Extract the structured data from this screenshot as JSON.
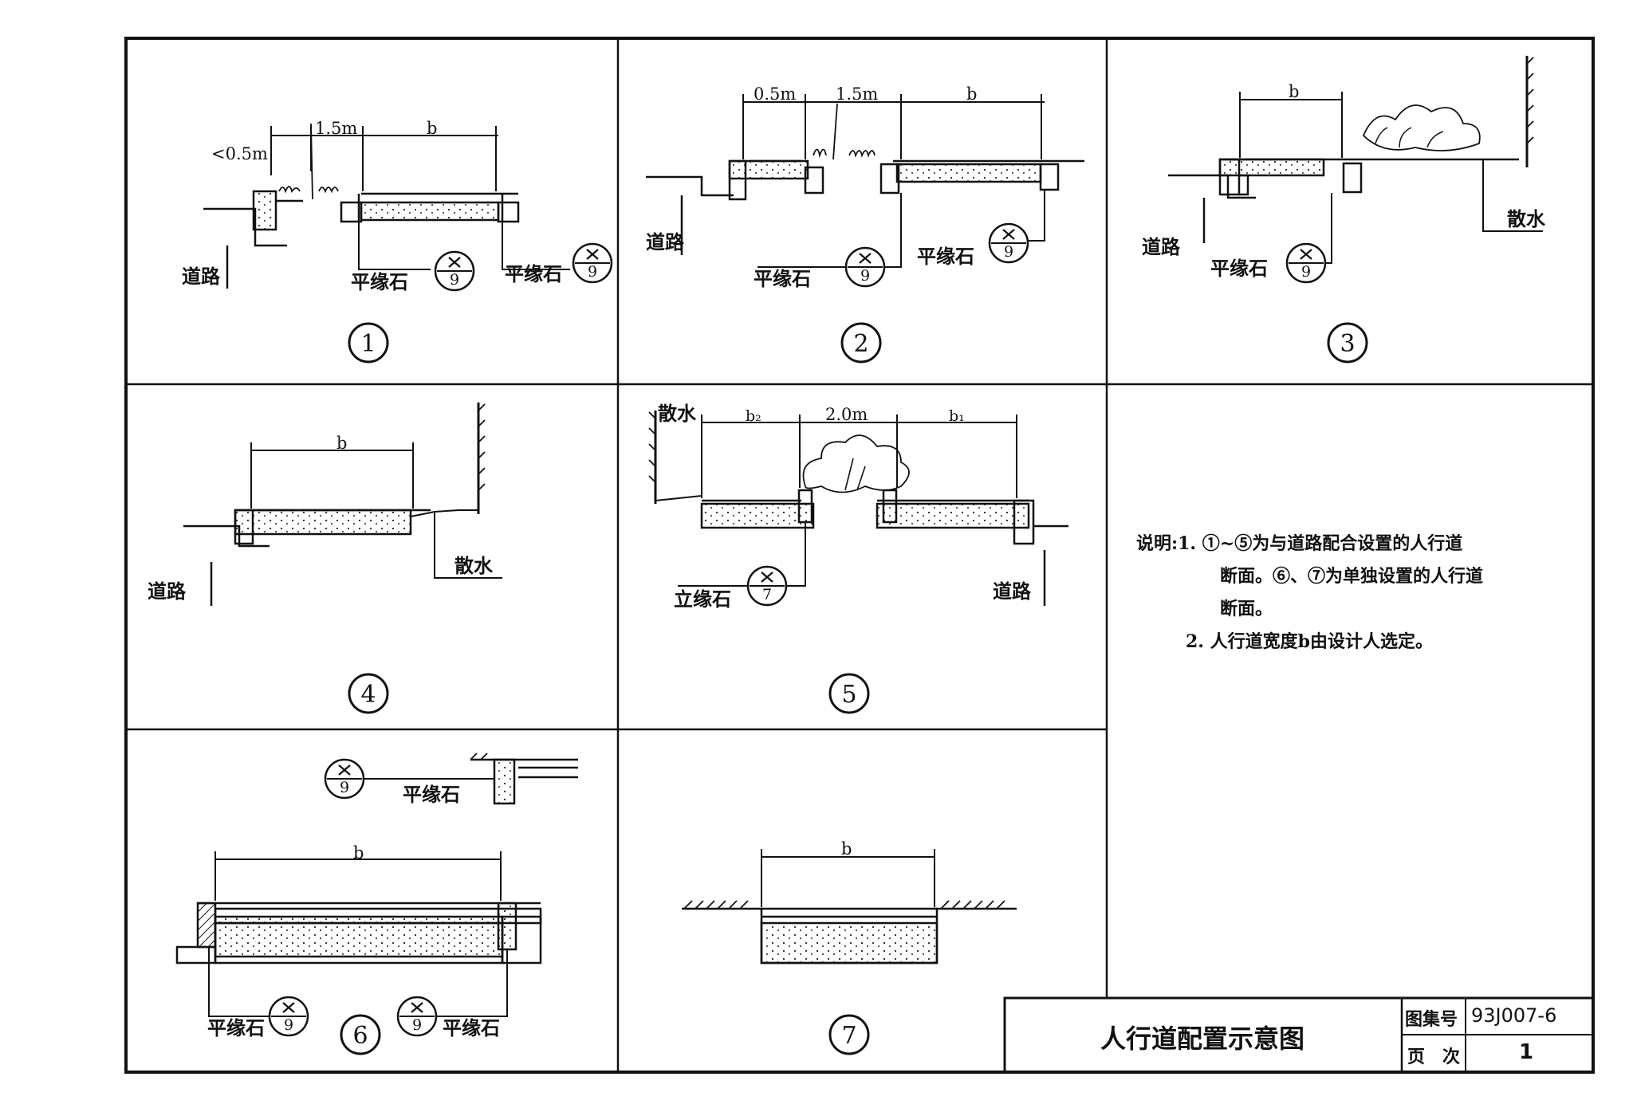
{
  "panels": [
    {
      "id": 1,
      "number": "1",
      "dims": [
        "<0.5m",
        "1.5m",
        "b"
      ],
      "labels": [
        "道路",
        "平缘石",
        "平缘石"
      ],
      "callouts": [
        "9",
        "9"
      ]
    },
    {
      "id": 2,
      "number": "2",
      "dims": [
        "0.5m",
        "1.5m",
        "b"
      ],
      "labels": [
        "道路",
        "平缘石",
        "平缘石"
      ],
      "callouts": [
        "9",
        "9"
      ]
    },
    {
      "id": 3,
      "number": "3",
      "dims": [
        "b"
      ],
      "labels": [
        "道路",
        "平缘石",
        "散水"
      ],
      "callouts": [
        "9"
      ]
    },
    {
      "id": 4,
      "number": "4",
      "dims": [
        "b"
      ],
      "labels": [
        "道路",
        "散水"
      ],
      "callouts": []
    },
    {
      "id": 5,
      "number": "5",
      "dims": [
        "b₂",
        "2.0m",
        "b₁"
      ],
      "labels": [
        "散水",
        "立缘石",
        "道路"
      ],
      "callouts": [
        "7"
      ]
    },
    {
      "id": 6,
      "number": "6",
      "dims": [
        "b"
      ],
      "labels": [
        "平缘石",
        "平缘石",
        "平缘石"
      ],
      "callouts": [
        "9",
        "9",
        "9"
      ]
    },
    {
      "id": 7,
      "number": "7",
      "dims": [
        "b"
      ],
      "labels": [],
      "callouts": []
    }
  ],
  "notes": {
    "prefix": "说明:",
    "item1_num": "1.",
    "item1_line1": "①~⑤为与道路配合设置的人行道",
    "item1_line2": "断面。⑥、⑦为单独设置的人行道",
    "item1_line3": "断面。",
    "item2_num": "2.",
    "item2_text": "人行道宽度b由设计人选定。"
  },
  "title_block": {
    "title": "人行道配置示意图",
    "atlas_label": "图集号",
    "atlas_value": "93J007-6",
    "page_label": "页　次",
    "page_value": "1"
  }
}
